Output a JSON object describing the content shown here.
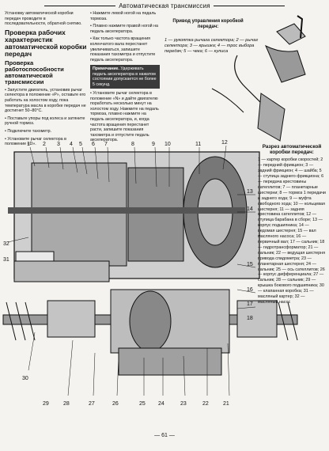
{
  "header": {
    "title": "Автоматическая трансмиссия"
  },
  "col1": {
    "intro": "Установку автоматической коробки передач проводите в последовательности, обратной снятию.",
    "heading1": "Проверка рабочих характеристик автоматической коробки передач",
    "heading2": "Проверка работоспособности автоматической трансмиссии",
    "items": [
      "Запустите двигатель, установив рычаг селектора в положение «P», оставьте его работать на холостом ходу, пока температура масла в коробке передач не достигнет 50–80°C.",
      "Поставьте упоры под колеса и затяните ручной тормоз.",
      "Подключите тахометр.",
      "Установите рычаг селектора в положение «D»."
    ]
  },
  "col2": {
    "items": [
      "Нажмите левой ногой на педаль тормоза.",
      "Плавно нажмите правой ногой на педаль акселератора.",
      "Как только частота вращения коленчатого вала перестанет увеличиваться, запишите показания тахометра и отпустите педаль акселератора."
    ],
    "note_label": "Примечание.",
    "note_text": "Удерживать педаль акселератора в нажатом состоянии допускается не более 5 секунд.",
    "after": "Установите рычаг селектора в положение «N» и дайте двигателю поработать несколько минут на холостом ходу. Нажмите на педаль тормоза, плавно нажмите на педаль акселератора, и, когда частота вращения перестанет расти, запишите показания тахометра и отпустите педаль акселератора."
  },
  "drive": {
    "title": "Привод управления коробкой передач:",
    "legend": "1 — рукоятка рычага селектора; 2 — рычаг селектора; 3 — крышка; 4 — трос выбора передач; 5 — чека; 6 — кулиса"
  },
  "legend": {
    "title": "Разрез автоматической коробки передач:",
    "text": "1 — картер коробки скоростей; 2 — передний фрикцион; 3 — задний фрикцион; 4 — шайба; 5 — ступица заднего фрикциона; 6 — передача крестовины сателлитов; 7 — планетарные шестерни; 8 — тормоз 1 передачи и заднего хода; 9 — муфта свободного хода; 10 — кольцевая шестерня; 11 — задняя крестовина сателлитов; 12 — ступица барабана в сборе; 13 — корпус подшипника; 14 — ведомая шестерня; 15 — вал масляного насоса; 16 — первичный вал; 17 — сальник; 18 — гидротрансформатор; 21 — сальник; 22 — ведущая шестерня привода спидометра; 23 — планетарная шестерня; 24 — сальник; 25 — ось сателлитов; 26 — корпус дифференциала; 27 — сальник; 28 — сальник; 29 — крышка бокового подшипника; 30 — клапанная коробка; 31 — масляный картер; 32 — масляный насос"
  },
  "callouts": [
    "1",
    "2",
    "3",
    "4",
    "5",
    "6",
    "7",
    "8",
    "9",
    "10",
    "11",
    "12",
    "13",
    "14",
    "15",
    "16",
    "17",
    "18",
    "21",
    "22",
    "23",
    "24",
    "25",
    "26",
    "27",
    "28",
    "29",
    "30",
    "31",
    "32"
  ],
  "footer": {
    "page": "— 61 —"
  }
}
